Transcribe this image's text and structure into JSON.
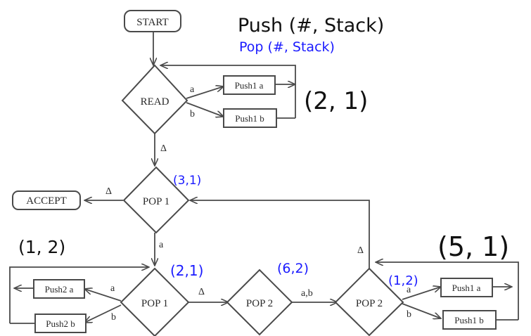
{
  "nodes": {
    "start": "START",
    "read": "READ",
    "push1_a_top": "Push1 a",
    "push1_b_top": "Push1 b",
    "accept": "ACCEPT",
    "pop1_top": "POP 1",
    "pop1_bottom": "POP 1",
    "pop2_mid": "POP 2",
    "pop2_right": "POP 2",
    "push2_a": "Push2 a",
    "push2_b": "Push2 b",
    "push1_a_bottom": "Push1 a",
    "push1_b_bottom": "Push1 b"
  },
  "edges": {
    "read_a": "a",
    "read_b": "b",
    "read_delta": "Δ",
    "pop1_accept_delta": "Δ",
    "pop1_top_a": "a",
    "pop1b_a": "a",
    "pop1b_b": "b",
    "pop1b_delta": "Δ",
    "pop2_ab": "a,b",
    "pop2r_a": "a",
    "pop2r_b": "b",
    "pop2r_delta": "Δ"
  },
  "annotations": {
    "push_note": "Push (#, Stack)",
    "pop_note": "Pop (#, Stack)",
    "read_loop": "(2, 1)",
    "pop1_top_count": "(3,1)",
    "left_loop": "(1, 2)",
    "pop1_bottom_count": "(2,1)",
    "pop2_mid_count": "(6,2)",
    "pop2_right_count": "(1,2)",
    "right_loop": "(5, 1)"
  }
}
